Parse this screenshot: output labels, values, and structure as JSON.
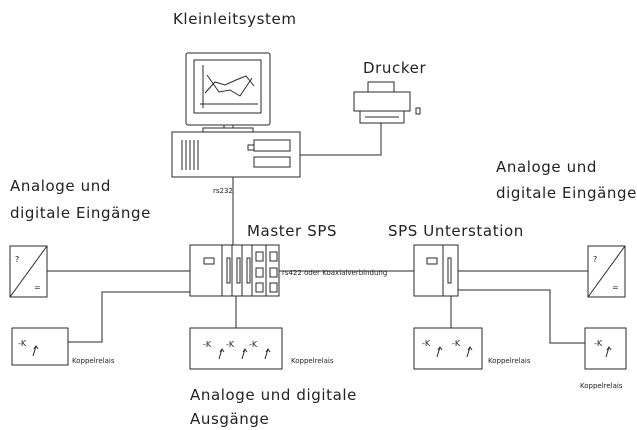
{
  "labels": {
    "kleinleitsystem": "Kleinleitsystem",
    "drucker": "Drucker",
    "left_inputs_line1": "Analoge und",
    "left_inputs_line2": "digitale Eingänge",
    "right_inputs_line1": "Analoge und",
    "right_inputs_line2": "digitale Eingänge",
    "master_sps": "Master SPS",
    "sps_unterstation": "SPS Unterstation",
    "rs232": "rs232",
    "rs422": "rs422 oder Koaxialverbindung",
    "outputs_line1": "Analoge und digitale",
    "outputs_line2": "Ausgänge",
    "koppelrelais_left": "Koppelrelais",
    "koppelrelais_center": "Koppelrelais",
    "koppelrelais_right_inner": "Koppelrelais",
    "koppelrelais_right_outer": "Koppelrelais"
  },
  "symbols": {
    "converter_top": "?",
    "converter_bottom": "=",
    "relay_contact": "-K"
  }
}
